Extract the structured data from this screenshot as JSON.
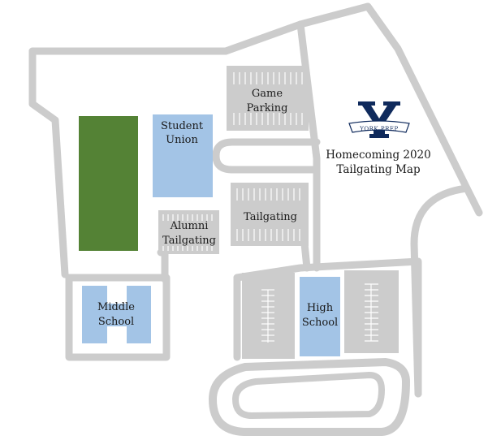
{
  "map": {
    "title_line1": "Homecoming 2020",
    "title_line2": "Tailgating Map",
    "logo": {
      "letter": "Y",
      "banner_text": "YORK PREP",
      "color": "#0f2a5c"
    },
    "colors": {
      "road": "#cccccc",
      "building": "#a3c4e6",
      "field": "#548235",
      "lot": "#cccccc"
    },
    "areas": {
      "game_parking": [
        "Game",
        "Parking"
      ],
      "student_union": [
        "Student",
        "Union"
      ],
      "tailgating": [
        "Tailgating"
      ],
      "alumni_tailgating": [
        "Alumni",
        "Tailgating"
      ],
      "middle_school": [
        "Middle",
        "School"
      ],
      "high_school": [
        "High",
        "School"
      ]
    }
  }
}
